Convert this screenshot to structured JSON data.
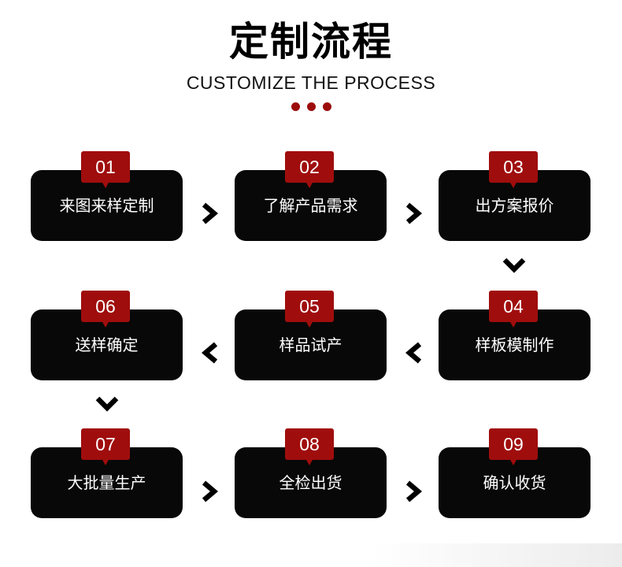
{
  "header": {
    "title": "定制流程",
    "subtitle": "CUSTOMIZE THE PROCESS"
  },
  "colors": {
    "accent": "#a00d0d",
    "card": "#080808",
    "text_on_card": "#ffffff"
  },
  "steps": [
    {
      "number": "01",
      "label": "来图来样定制"
    },
    {
      "number": "02",
      "label": "了解产品需求"
    },
    {
      "number": "03",
      "label": "出方案报价"
    },
    {
      "number": "04",
      "label": "样板模制作"
    },
    {
      "number": "05",
      "label": "样品试产"
    },
    {
      "number": "06",
      "label": "送样确定"
    },
    {
      "number": "07",
      "label": "大批量生产"
    },
    {
      "number": "08",
      "label": "全检出货"
    },
    {
      "number": "09",
      "label": "确认收货"
    }
  ],
  "connectors": [
    {
      "from": "01",
      "to": "02",
      "direction": "right",
      "icon": "chevron-right-icon"
    },
    {
      "from": "02",
      "to": "03",
      "direction": "right",
      "icon": "chevron-right-icon"
    },
    {
      "from": "03",
      "to": "04",
      "direction": "down",
      "icon": "chevron-down-icon"
    },
    {
      "from": "04",
      "to": "05",
      "direction": "left",
      "icon": "chevron-left-icon"
    },
    {
      "from": "05",
      "to": "06",
      "direction": "left",
      "icon": "chevron-left-icon"
    },
    {
      "from": "06",
      "to": "07",
      "direction": "down",
      "icon": "chevron-down-icon"
    },
    {
      "from": "07",
      "to": "08",
      "direction": "right",
      "icon": "chevron-right-icon"
    },
    {
      "from": "08",
      "to": "09",
      "direction": "right",
      "icon": "chevron-right-icon"
    }
  ]
}
